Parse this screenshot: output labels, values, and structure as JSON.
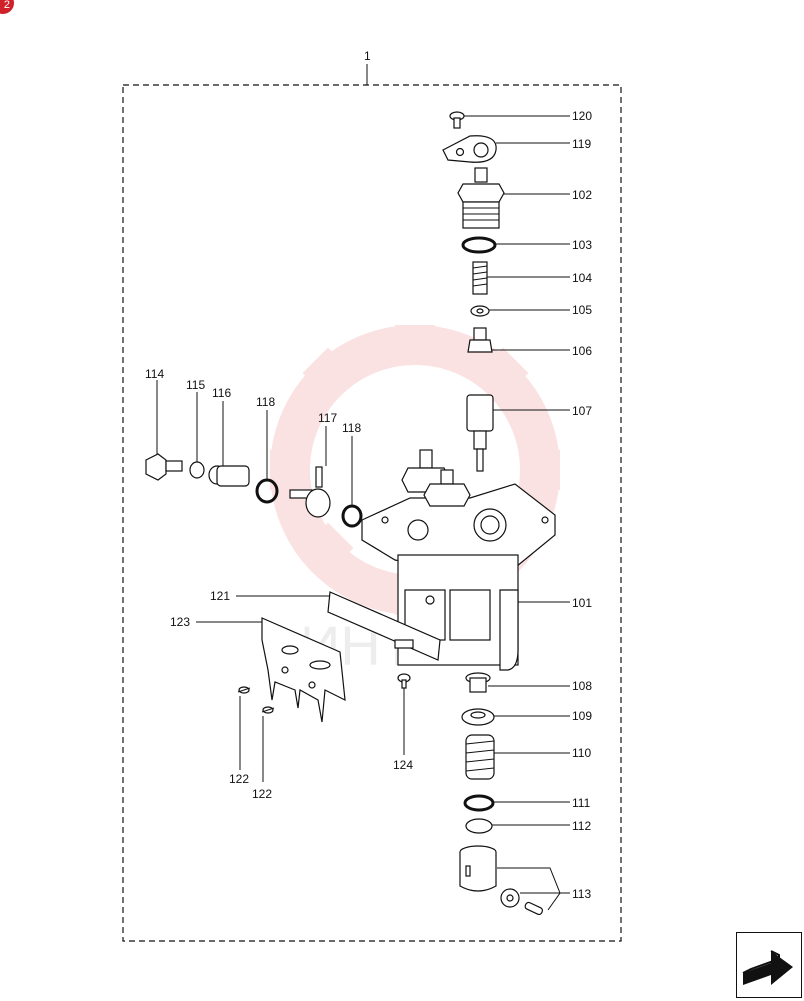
{
  "badge": "2",
  "assembly_label": "1",
  "watermark": "ИНТЕК",
  "callouts": {
    "c120": "120",
    "c119": "119",
    "c102": "102",
    "c103": "103",
    "c104": "104",
    "c105": "105",
    "c106": "106",
    "c107": "107",
    "c101": "101",
    "c108": "108",
    "c109": "109",
    "c110": "110",
    "c111": "111",
    "c112": "112",
    "c113": "113",
    "c114": "114",
    "c115": "115",
    "c116": "116",
    "c118a": "118",
    "c117": "117",
    "c118b": "118",
    "c121": "121",
    "c123": "123",
    "c122a": "122",
    "c122b": "122",
    "c124": "124"
  },
  "colors": {
    "watermark": "#f08080",
    "badge": "#d0202a",
    "ink": "#111111"
  },
  "nav": {
    "icon": "arrow-icon"
  }
}
